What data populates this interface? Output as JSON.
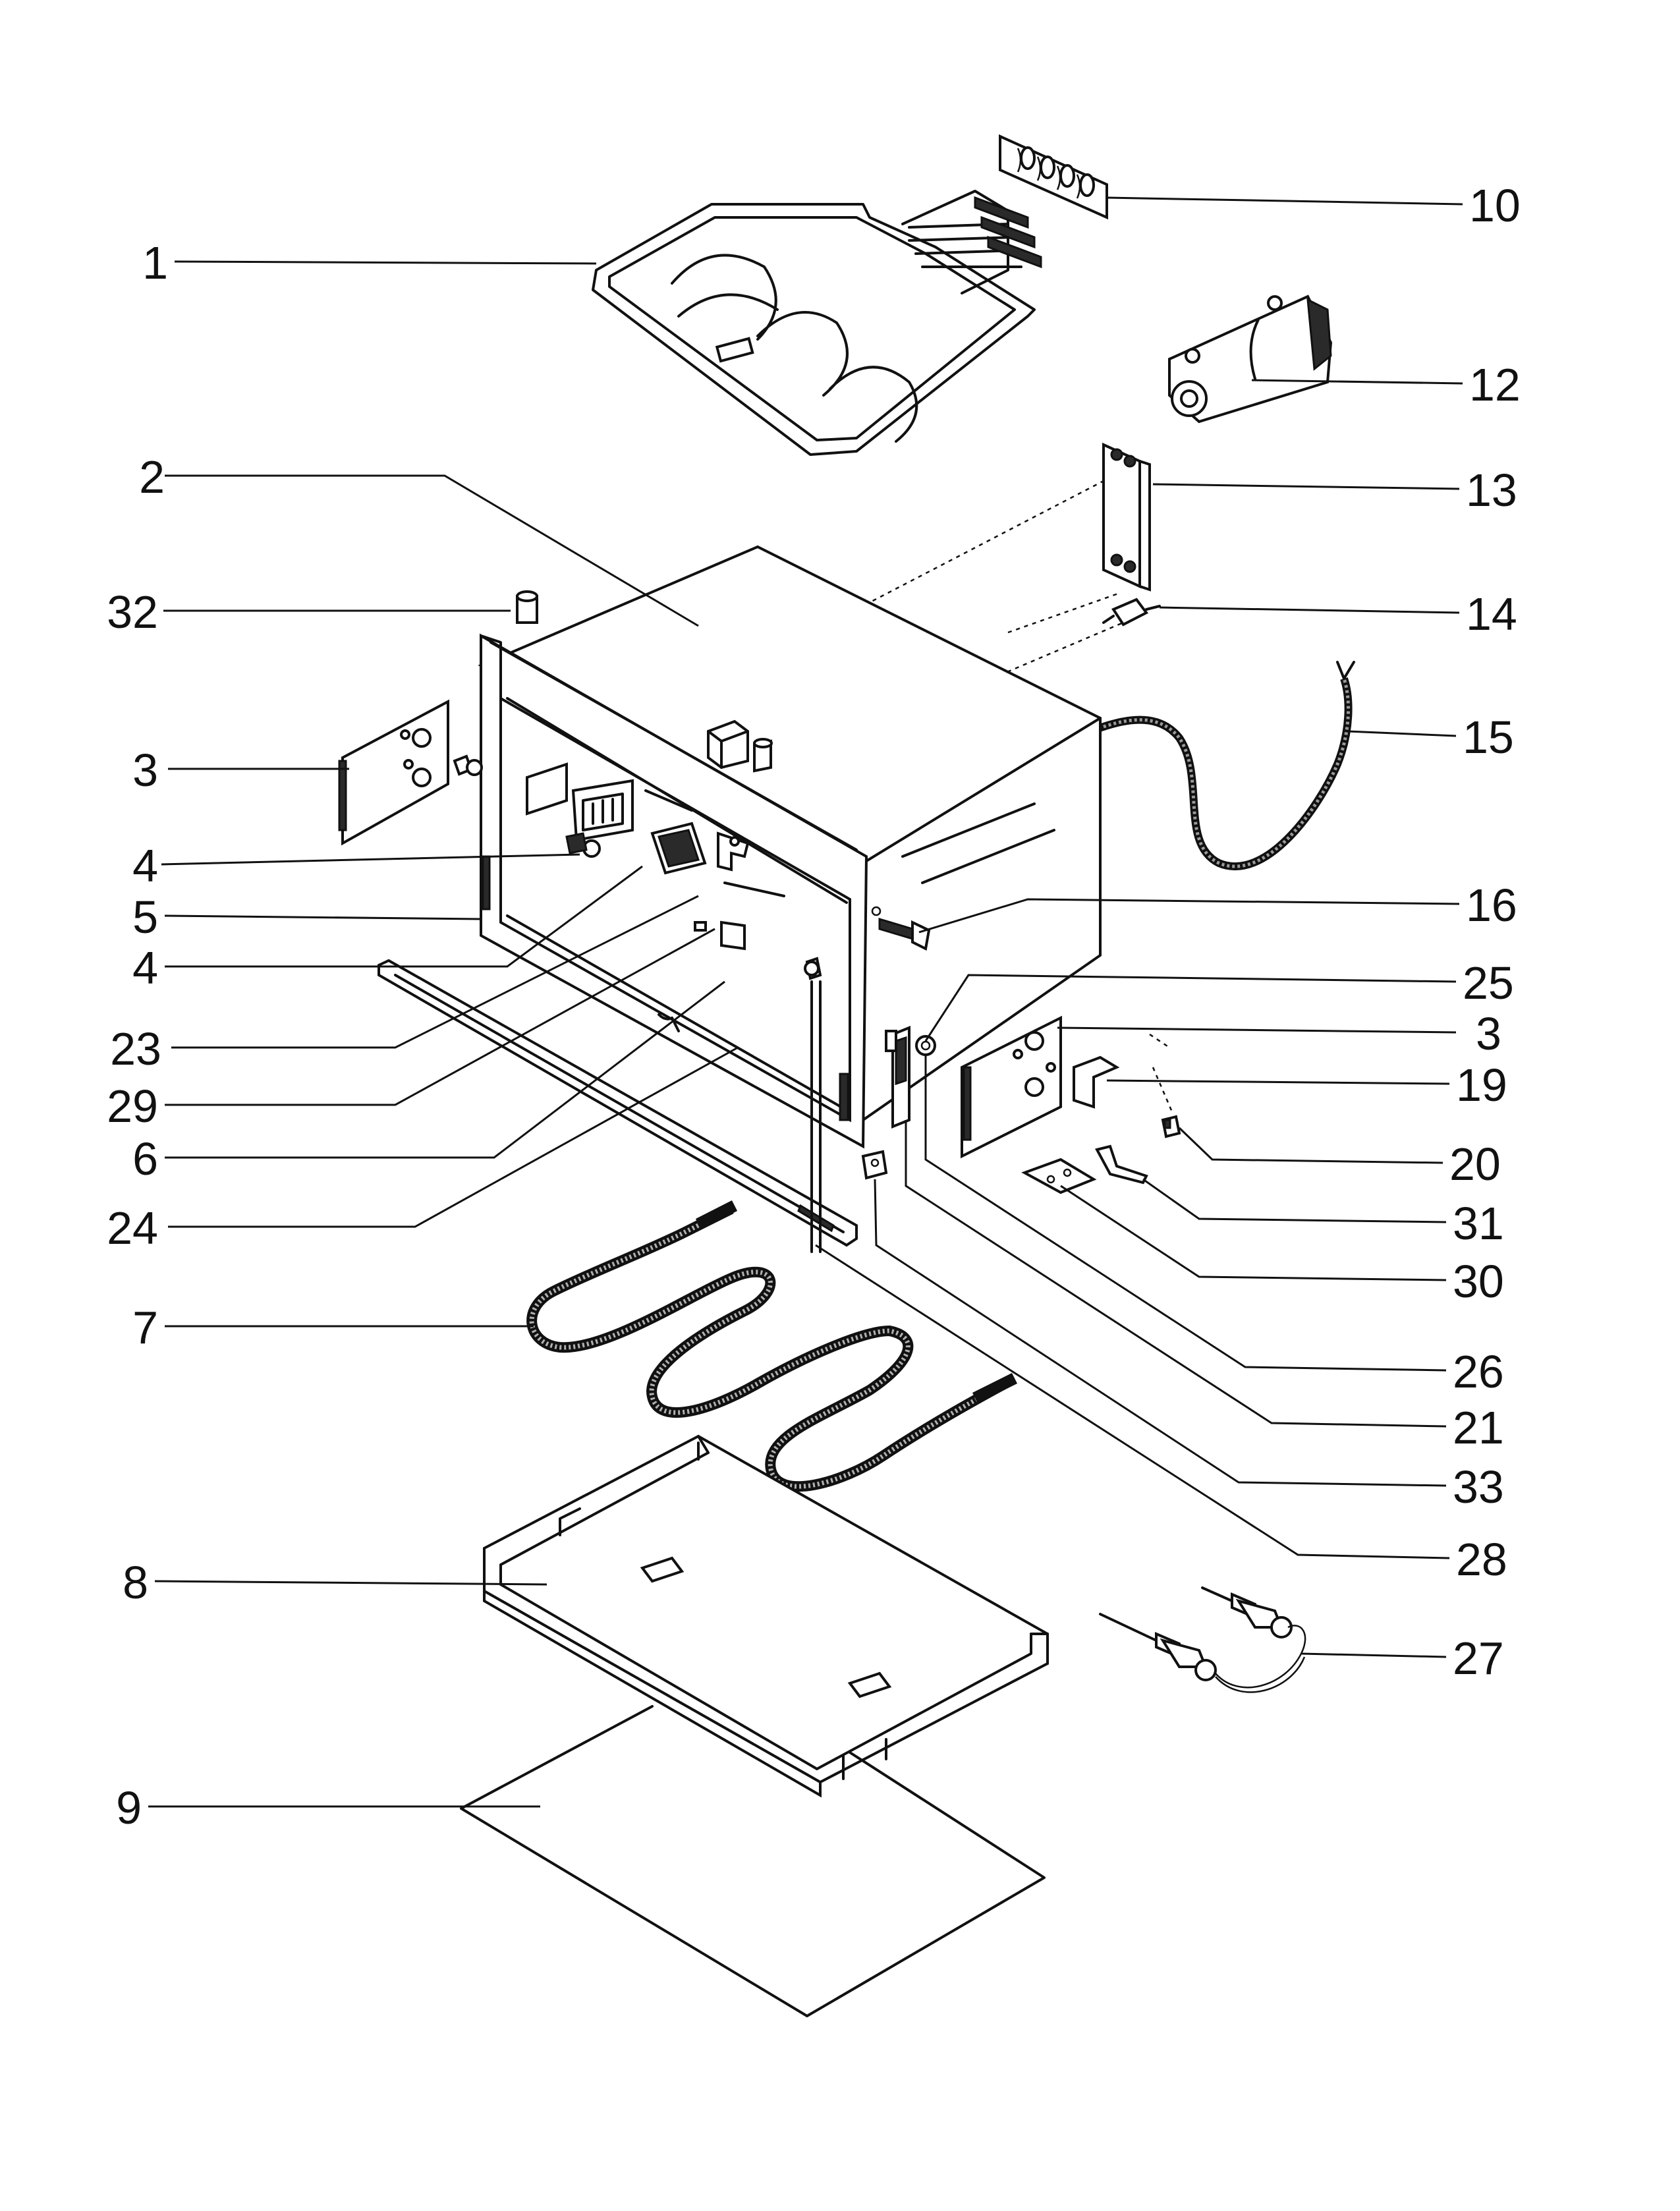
{
  "diagram": {
    "type": "exploded-parts-diagram",
    "labels": [
      {
        "id": "1",
        "text": "1",
        "side": "left"
      },
      {
        "id": "2",
        "text": "2",
        "side": "left"
      },
      {
        "id": "32",
        "text": "32",
        "side": "left"
      },
      {
        "id": "3a",
        "text": "3",
        "side": "left"
      },
      {
        "id": "4a",
        "text": "4",
        "side": "left"
      },
      {
        "id": "5",
        "text": "5",
        "side": "left"
      },
      {
        "id": "4b",
        "text": "4",
        "side": "left"
      },
      {
        "id": "23",
        "text": "23",
        "side": "left"
      },
      {
        "id": "29",
        "text": "29",
        "side": "left"
      },
      {
        "id": "6",
        "text": "6",
        "side": "left"
      },
      {
        "id": "24",
        "text": "24",
        "side": "left"
      },
      {
        "id": "7",
        "text": "7",
        "side": "left"
      },
      {
        "id": "8",
        "text": "8",
        "side": "left"
      },
      {
        "id": "9",
        "text": "9",
        "side": "left"
      },
      {
        "id": "10",
        "text": "10",
        "side": "right"
      },
      {
        "id": "12",
        "text": "12",
        "side": "right"
      },
      {
        "id": "13",
        "text": "13",
        "side": "right"
      },
      {
        "id": "14",
        "text": "14",
        "side": "right"
      },
      {
        "id": "15",
        "text": "15",
        "side": "right"
      },
      {
        "id": "16",
        "text": "16",
        "side": "right"
      },
      {
        "id": "25",
        "text": "25",
        "side": "right"
      },
      {
        "id": "3b",
        "text": "3",
        "side": "right"
      },
      {
        "id": "19",
        "text": "19",
        "side": "right"
      },
      {
        "id": "20",
        "text": "20",
        "side": "right"
      },
      {
        "id": "31",
        "text": "31",
        "side": "right"
      },
      {
        "id": "30",
        "text": "30",
        "side": "right"
      },
      {
        "id": "26",
        "text": "26",
        "side": "right"
      },
      {
        "id": "21",
        "text": "21",
        "side": "right"
      },
      {
        "id": "33",
        "text": "33",
        "side": "right"
      },
      {
        "id": "28",
        "text": "28",
        "side": "right"
      },
      {
        "id": "27",
        "text": "27",
        "side": "right"
      }
    ]
  }
}
